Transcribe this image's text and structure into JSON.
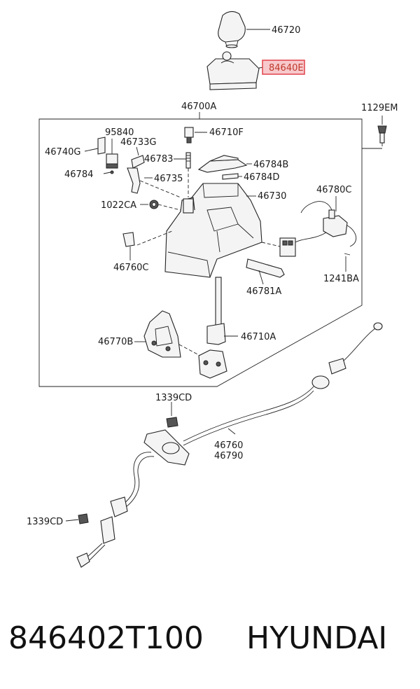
{
  "parts": {
    "p46720": "46720",
    "p84640E": "84640E",
    "p46700A": "46700A",
    "p1129EM": "1129EM",
    "p95840": "95840",
    "p46710F": "46710F",
    "p46740G": "46740G",
    "p46733G": "46733G",
    "p46783": "46783",
    "p46784B": "46784B",
    "p46784": "46784",
    "p46735": "46735",
    "p46784D": "46784D",
    "p46730": "46730",
    "p46780C": "46780C",
    "p1022CA": "1022CA",
    "p46760C": "46760C",
    "p1241BA": "1241BA",
    "p46781A": "46781A",
    "p46770B": "46770B",
    "p46710A": "46710A",
    "p1339CD_top": "1339CD",
    "p46760": "46760",
    "p46790": "46790",
    "p1339CD_bottom": "1339CD"
  },
  "highlight_color": "#e0434a",
  "footer": {
    "part_number": "846402T100",
    "brand": "HYUNDAI"
  }
}
